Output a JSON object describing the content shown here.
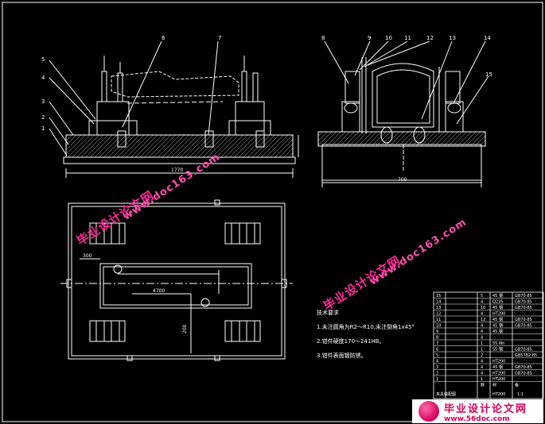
{
  "drawing": {
    "balloon_labels": [
      "5",
      "4",
      "3",
      "2",
      "1",
      "6",
      "7",
      "8",
      "9",
      "10",
      "11",
      "12",
      "13",
      "14",
      "15"
    ],
    "dimension_labels": [
      "1770",
      "700",
      "4700",
      "300",
      "200"
    ]
  },
  "notes": {
    "title": "技术要求",
    "items": [
      "1.未注圆角为R2～R10,未注倒角1x45°",
      "2.钳件硬度170～241HB。",
      "3.钳件表面镀防锈。"
    ]
  },
  "parts_table": {
    "rows": [
      {
        "no": "15",
        "qty": "5",
        "mat": "45 钢",
        "std": "GB70-85"
      },
      {
        "no": "14",
        "qty": "4",
        "mat": "Q235",
        "std": "GB70-85"
      },
      {
        "no": "13",
        "qty": "10",
        "mat": "45 钢",
        "std": "GB70-85"
      },
      {
        "no": "12",
        "qty": "4",
        "mat": "HT200",
        "std": ""
      },
      {
        "no": "11",
        "qty": "12",
        "mat": "45 钢",
        "std": "GB70-85"
      },
      {
        "no": "10",
        "qty": "4",
        "mat": "45 钢",
        "std": "GB70-85"
      },
      {
        "no": "9",
        "qty": "4",
        "mat": "45 钢",
        "std": ""
      },
      {
        "no": "8",
        "qty": "4",
        "mat": "",
        "std": ""
      },
      {
        "no": "7",
        "qty": "1",
        "mat": "55 Mn",
        "std": ""
      },
      {
        "no": "6",
        "qty": "1",
        "mat": "55 钢",
        "std": "GB70-85"
      },
      {
        "no": "5",
        "qty": "2",
        "mat": "",
        "std": "GB5782-85"
      },
      {
        "no": "4",
        "qty": "4",
        "mat": "HT200",
        "std": ""
      },
      {
        "no": "3",
        "qty": "4",
        "mat": "45 钢",
        "std": "GB70-85"
      },
      {
        "no": "2",
        "qty": "4",
        "mat": "HT200",
        "std": "GB70-85"
      },
      {
        "no": "1",
        "qty": "1",
        "mat": "HT200",
        "std": ""
      }
    ],
    "header_row": {
      "qty": "数",
      "mat": "材",
      "std": "备"
    },
    "title_row": {
      "name": "夹具装配图",
      "mat": "HT200",
      "scale": "1:1"
    }
  },
  "watermarks": {
    "cn": "毕业设计论文网",
    "url": "www.doc163.com"
  },
  "logo": {
    "cn": "毕业设计论文网",
    "url": "www.56doc.com"
  }
}
